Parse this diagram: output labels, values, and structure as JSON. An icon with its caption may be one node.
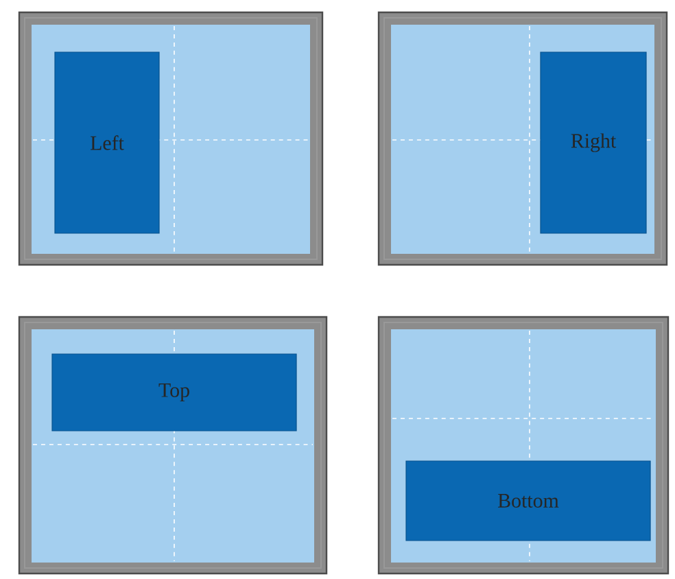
{
  "diagram": {
    "nodes": [
      {
        "text": [],
        "shape": "box"
      },
      {
        "text": [
          "Left"
        ],
        "in": 0
      },
      {
        "text": [],
        "shape": "box"
      },
      {
        "text": [
          "Right"
        ],
        "in": 2
      },
      {
        "text": [],
        "shape": "box"
      },
      {
        "text": [
          "Top"
        ],
        "in": 4
      },
      {
        "text": [],
        "shape": "box"
      },
      {
        "text": [
          "Bottom"
        ],
        "in": 6
      }
    ]
  }
}
